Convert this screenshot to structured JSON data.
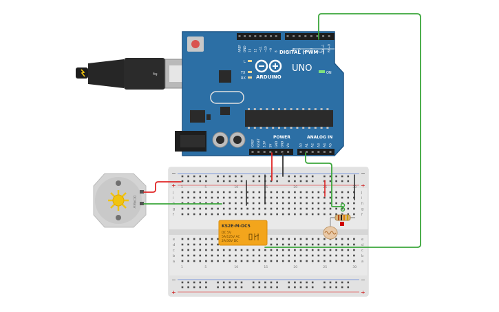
{
  "arduino": {
    "logo": "ARDUINO",
    "model": "UNO",
    "digital_label": "DIGITAL (PWM~)",
    "analog_label": "ANALOG IN",
    "power_label": "POWER",
    "on_label": "ON",
    "led_l": "L",
    "led_tx": "TX",
    "led_rx": "RX",
    "top_header_pins": [
      "AREF",
      "GND",
      "13",
      "12",
      "~11",
      "~10",
      "~9",
      "8",
      "7",
      "~6",
      "~5",
      "4",
      "~3",
      "2",
      "TX→1",
      "RX←0"
    ],
    "power_pins": [
      "IOREF",
      "RESET",
      "3.3V",
      "5V",
      "GND",
      "GND",
      "Vin"
    ],
    "analog_pins": [
      "A0",
      "A1",
      "A2",
      "A3",
      "A4",
      "A5"
    ]
  },
  "relay": {
    "model": "KS2E-M-DC5",
    "line1": "DC 5V",
    "line2": "5A/125V AC",
    "line3": "2A/30V DC"
  },
  "motor": {
    "label": "DC Motor"
  },
  "breadboard": {
    "row_letters_top": [
      "j",
      "i",
      "h",
      "g",
      "f"
    ],
    "row_letters_bottom": [
      "e",
      "d",
      "c",
      "b",
      "a"
    ],
    "column_numbers": [
      "1",
      "5",
      "10",
      "15",
      "20",
      "25",
      "30"
    ],
    "rail_minus": "−",
    "rail_plus": "+"
  },
  "colors": {
    "board_blue": "#2c6fa5",
    "wire_red": "#e02424",
    "wire_green": "#3aa63a",
    "wire_black": "#333333",
    "relay_orange": "#f3a51c",
    "breadboard": "#e9e9e9"
  }
}
